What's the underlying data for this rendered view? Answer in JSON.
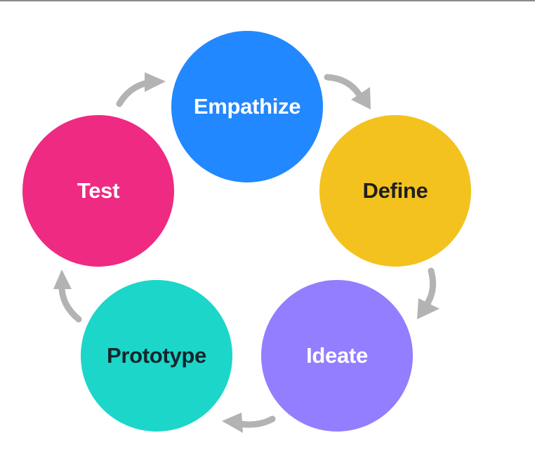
{
  "diagram": {
    "type": "cycle",
    "stages": [
      {
        "id": "empathize",
        "label": "Empathize",
        "color": "#2288ff",
        "text_color": "#ffffff"
      },
      {
        "id": "define",
        "label": "Define",
        "color": "#f4c21e",
        "text_color": "#1f1f1f"
      },
      {
        "id": "ideate",
        "label": "Ideate",
        "color": "#927eff",
        "text_color": "#ffffff"
      },
      {
        "id": "prototype",
        "label": "Prototype",
        "color": "#1cd6c9",
        "text_color": "#14262a"
      },
      {
        "id": "test",
        "label": "Test",
        "color": "#ee2a82",
        "text_color": "#ffffff"
      }
    ],
    "connections": [
      {
        "from": "empathize",
        "to": "define",
        "icon": "curved-arrow-icon"
      },
      {
        "from": "define",
        "to": "ideate",
        "icon": "curved-arrow-icon"
      },
      {
        "from": "ideate",
        "to": "prototype",
        "icon": "curved-arrow-icon"
      },
      {
        "from": "prototype",
        "to": "test",
        "icon": "curved-arrow-icon"
      },
      {
        "from": "test",
        "to": "empathize",
        "icon": "curved-arrow-icon"
      }
    ],
    "arrow_color": "#b3b3b3"
  }
}
